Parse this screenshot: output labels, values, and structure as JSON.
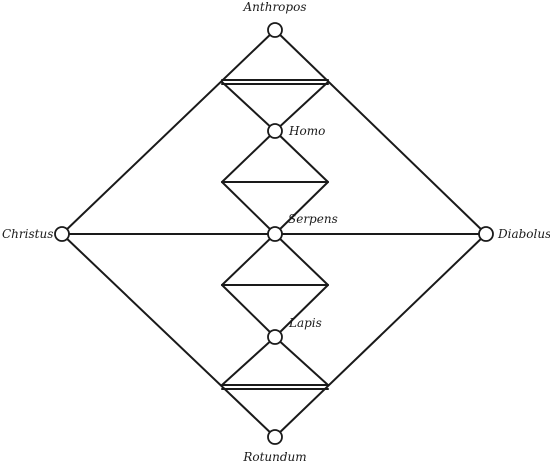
{
  "labels": {
    "anthropos": "Anthropos",
    "homo": "Homo",
    "serpens": "Serpens",
    "lapis": "Lapis",
    "rotundum": "Rotundum",
    "christus": "Christus",
    "diabolus": "Diabolus"
  },
  "colors": {
    "ink": "#1a1a1a",
    "background": "#ffffff"
  }
}
